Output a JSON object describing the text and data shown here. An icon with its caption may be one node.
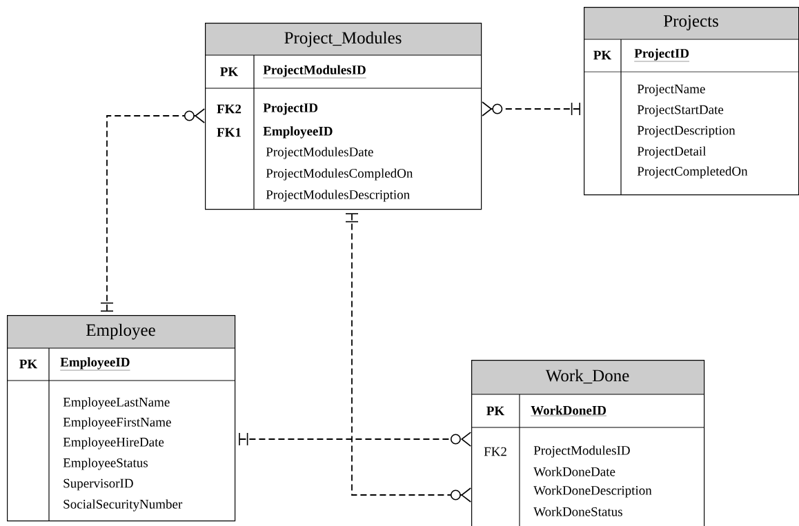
{
  "diagram": {
    "nodes": [
      {
        "text": [
          "Project_Modules",
          "PK",
          "ProjectModulesID",
          "FK2",
          "ProjectID",
          "FK1",
          "EmployeeID",
          "ProjectModulesDate",
          "ProjectModulesCompledOn",
          "ProjectModulesDescription"
        ]
      },
      {
        "text": [
          "Projects",
          "PK",
          "ProjectID",
          "ProjectName",
          "ProjectStartDate",
          "ProjectDescription",
          "ProjectDetail",
          "ProjectCompletedOn"
        ]
      },
      {
        "text": [
          "Employee",
          "PK",
          "EmployeeID",
          "EmployeeLastName",
          "EmployeeFirstName",
          "EmployeeHireDate",
          "EmployeeStatus",
          "SupervisorID",
          "SocialSecurityNumber"
        ]
      },
      {
        "text": [
          "Work_Done",
          "PK",
          "WorkDoneID",
          "FK2",
          "ProjectModulesID",
          "WorkDoneDate",
          "WorkDoneDescription",
          "WorkDoneStatus"
        ]
      }
    ],
    "edges": [
      {
        "from": 2,
        "to": 0,
        "arrow": "other",
        "style": "dashed"
      },
      {
        "from": 1,
        "to": 0,
        "arrow": "other",
        "style": "dashed"
      },
      {
        "from": 0,
        "to": 3,
        "arrow": "other",
        "style": "dashed"
      },
      {
        "from": 2,
        "to": 3,
        "arrow": "other",
        "style": "dashed"
      }
    ]
  }
}
